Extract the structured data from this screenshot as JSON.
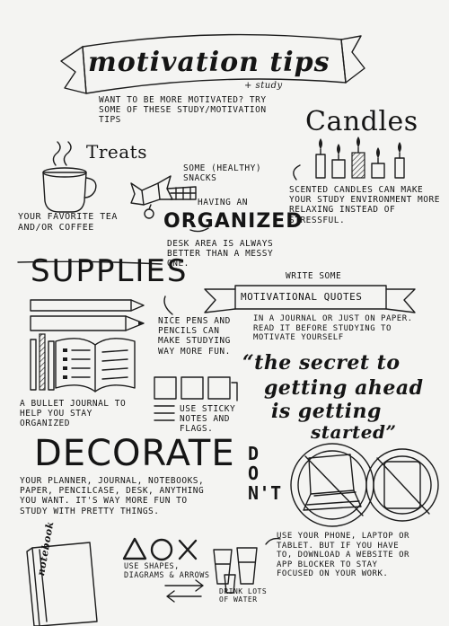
{
  "header": {
    "title": "motivation tips",
    "subtitle": "+ study",
    "intro": "WANT TO BE MORE MOTIVATED? TRY SOME OF THESE STUDY/MOTIVATION TIPS"
  },
  "sections": {
    "treats": {
      "heading": "Treats",
      "snacks_note": "SOME (HEALTHY) SNACKS",
      "drink_note": "YOUR FAVORITE TEA AND/OR COFFEE"
    },
    "candles": {
      "heading": "Candles",
      "note": "SCENTED CANDLES CAN MAKE YOUR STUDY ENVIRONMENT MORE RELAXING INSTEAD OF STRESSFUL."
    },
    "organized": {
      "pre": "HAVING AN",
      "word": "ORGANIZED",
      "post": "DESK AREA IS ALWAYS BETTER THAN A MESSY ONE."
    },
    "supplies": {
      "heading": "SUPPLIES",
      "pens_note": "NICE PENS AND PENCILS CAN MAKE STUDYING WAY MORE FUN.",
      "journal_note": "A BULLET JOURNAL TO HELP YOU STAY ORGANIZED",
      "sticky_note": "USE STICKY NOTES AND FLAGS."
    },
    "quotes": {
      "intro": "WRITE SOME",
      "banner": "MOTIVATIONAL QUOTES",
      "note": "IN A JOURNAL OR JUST ON PAPER. READ IT BEFORE STUDYING TO MOTIVATE YOURSELF",
      "quote_line1": "“the secret to",
      "quote_line2": "getting ahead",
      "quote_line3": "is getting",
      "quote_line4": "started”"
    },
    "decorate": {
      "heading": "DECORATE",
      "note": "YOUR PLANNER, JOURNAL, NOTEBOOKS, PAPER, PENCILCASE, DESK, ANYTHING YOU WANT. IT'S WAY MORE FUN TO STUDY WITH PRETTY THINGS.",
      "notebook_label": "notebook",
      "shapes_note": "USE SHAPES, DIAGRAMS & ARROWS",
      "water_note": "DRINK LOTS OF WATER"
    },
    "dont": {
      "word": "DON'T",
      "note": "USE YOUR PHONE, LAPTOP OR TABLET. BUT IF YOU HAVE TO, DOWNLOAD A WEBSITE OR APP BLOCKER TO STAY FOCUSED ON YOUR WORK."
    }
  }
}
